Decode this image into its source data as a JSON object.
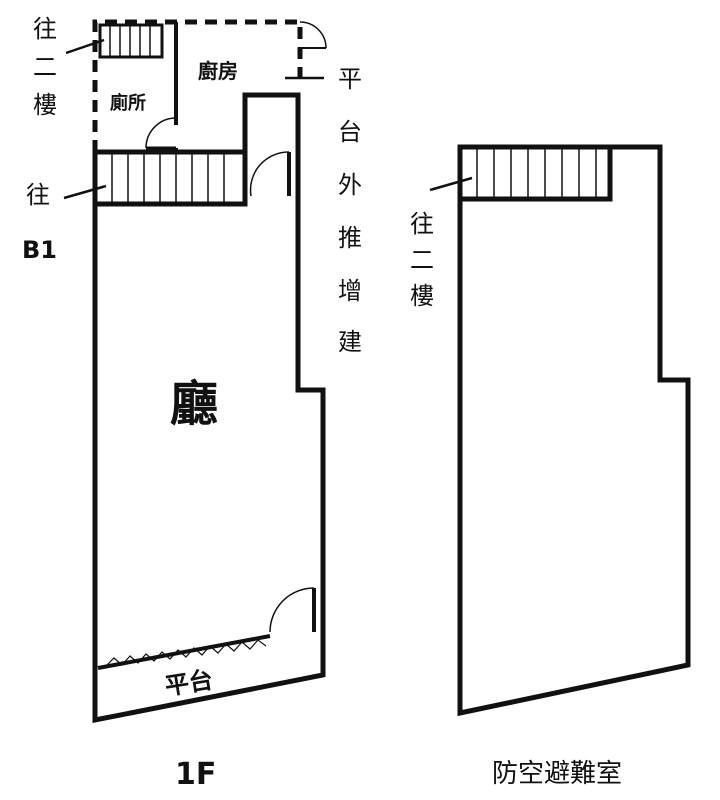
{
  "floor_1f": {
    "title": "1F",
    "living_room": "廳",
    "kitchen": "廚房",
    "toilet": "廁所",
    "platform": "平台",
    "stairs_up": [
      "往",
      "二",
      "樓"
    ],
    "stairs_down": [
      "往",
      "B1"
    ],
    "annotation_extension": [
      "平",
      "台",
      "外",
      "推",
      "增",
      "建"
    ]
  },
  "basement": {
    "title": "防空避難室",
    "stairs_up": [
      "往",
      "二",
      "樓"
    ]
  },
  "colors": {
    "line": "#111111",
    "background": "#ffffff"
  }
}
